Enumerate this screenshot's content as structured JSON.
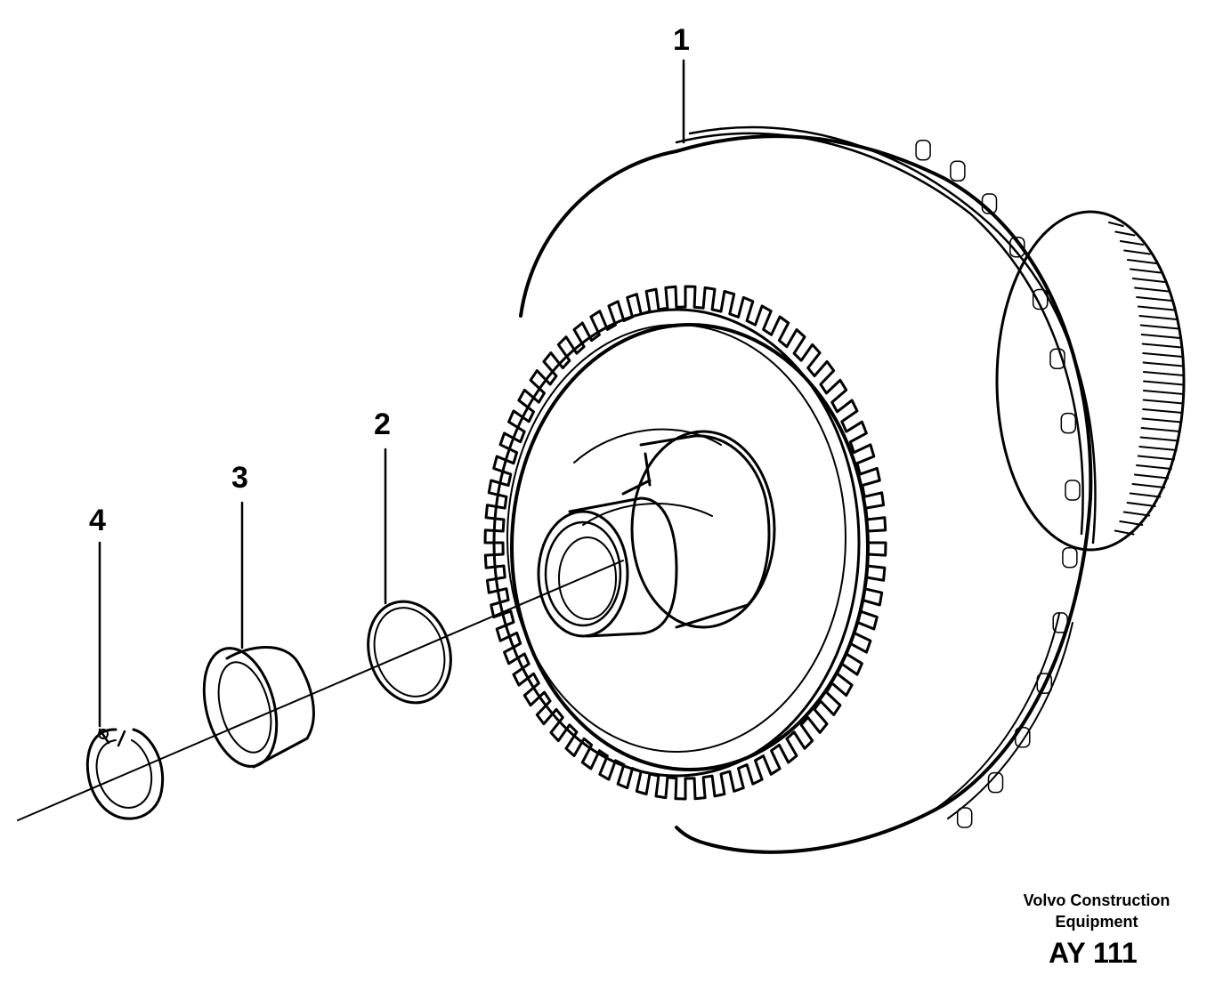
{
  "callouts": [
    {
      "label": "1",
      "part": "converter-assembly"
    },
    {
      "label": "2",
      "part": "seal-ring"
    },
    {
      "label": "3",
      "part": "bushing"
    },
    {
      "label": "4",
      "part": "circlip"
    }
  ],
  "footer": {
    "brand_line1": "Volvo Construction",
    "brand_line2": "Equipment",
    "code": "AY 111"
  },
  "colors": {
    "line": "#000000",
    "background": "#ffffff"
  }
}
